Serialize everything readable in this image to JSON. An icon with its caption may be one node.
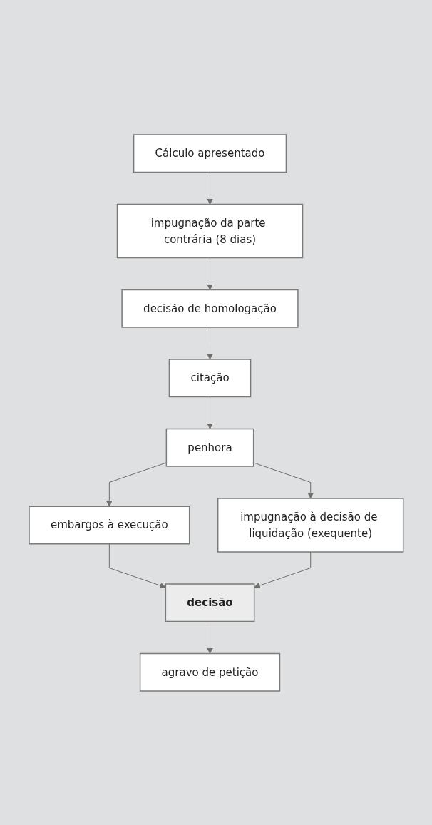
{
  "diagram": {
    "nodes": [
      {
        "text": [
          "Cálculo apresentado"
        ]
      },
      {
        "text": [
          "impugnação da parte contrária (8 dias)"
        ]
      },
      {
        "text": [
          "decisão de homologação"
        ]
      },
      {
        "text": [
          "citação"
        ]
      },
      {
        "text": [
          "penhora"
        ]
      },
      {
        "text": [
          "embargos à execução"
        ]
      },
      {
        "text": [
          "impugnação à decisão de liquidação (exequente)"
        ]
      },
      {
        "text": [
          "decisão"
        ]
      },
      {
        "text": [
          "agravo de petição"
        ]
      }
    ],
    "edges": [
      {
        "from": 0,
        "to": 1,
        "arrow": "to"
      },
      {
        "from": 1,
        "to": 2,
        "arrow": "to"
      },
      {
        "from": 2,
        "to": 3,
        "arrow": "to"
      },
      {
        "from": 3,
        "to": 4,
        "arrow": "to"
      },
      {
        "from": 4,
        "to": 5,
        "arrow": "to"
      },
      {
        "from": 4,
        "to": 6,
        "arrow": "to"
      },
      {
        "from": 5,
        "to": 7,
        "arrow": "to"
      },
      {
        "from": 6,
        "to": 7,
        "arrow": "to"
      },
      {
        "from": 7,
        "to": 8,
        "arrow": "to"
      }
    ]
  }
}
